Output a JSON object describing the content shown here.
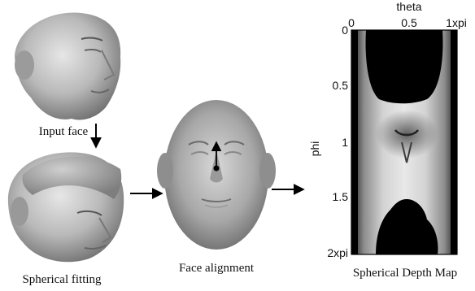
{
  "captions": {
    "input_face": "Input face",
    "spherical_fitting": "Spherical fitting",
    "face_alignment": "Face alignment",
    "depth_map": "Spherical Depth Map"
  },
  "depth_map": {
    "x_axis_title": "theta",
    "y_axis_title": "phi",
    "x_ticks": [
      "0",
      "0.5",
      "1xpi"
    ],
    "y_ticks": [
      "0",
      "0.5",
      "1",
      "1.5",
      "2xpi"
    ]
  },
  "colors": {
    "face_shade": "#a9a9a9",
    "arrow": "#000000",
    "background": "#ffffff"
  }
}
